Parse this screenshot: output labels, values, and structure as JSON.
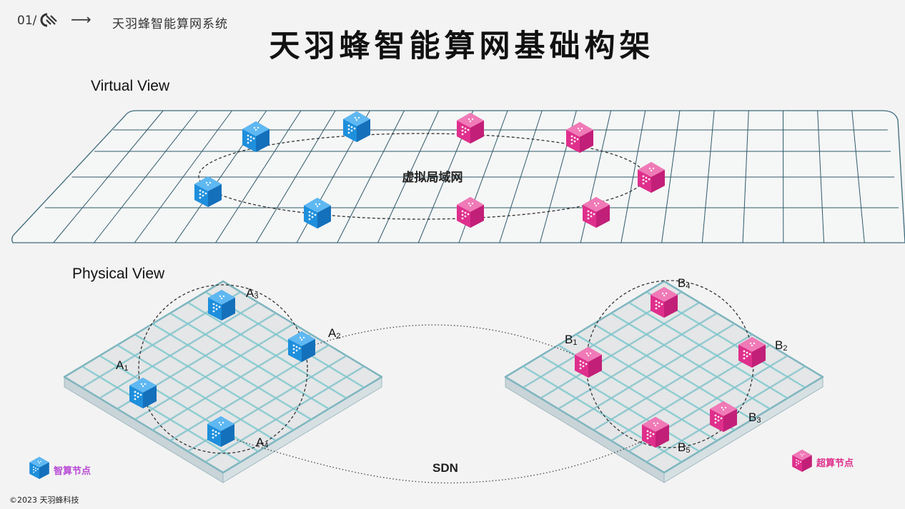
{
  "header": {
    "page_number": "01/",
    "arrow": "⟶",
    "system_name": "天羽蜂智能算网系统"
  },
  "title": "天羽蜂智能算网基础构架",
  "virtual_view": {
    "title": "Virtual View",
    "center_label": "虚拟局域网"
  },
  "physical_view": {
    "title": "Physical View",
    "link_label": "SDN",
    "cluster_a": [
      {
        "letter": "A",
        "index": "1"
      },
      {
        "letter": "A",
        "index": "2"
      },
      {
        "letter": "A",
        "index": "3"
      },
      {
        "letter": "A",
        "index": "4"
      }
    ],
    "cluster_b": [
      {
        "letter": "B",
        "index": "1"
      },
      {
        "letter": "B",
        "index": "2"
      },
      {
        "letter": "B",
        "index": "3"
      },
      {
        "letter": "B",
        "index": "4"
      },
      {
        "letter": "B",
        "index": "5"
      }
    ]
  },
  "legend": {
    "intelligent_node": "智算节点",
    "super_node": "超算节点"
  },
  "footer": {
    "copyright": "©2023 天羽蜂科技"
  },
  "colors": {
    "intelligent_node": "#1e8fdc",
    "super_node": "#df2f8c",
    "legend_intelligent_text": "#b84ad6",
    "legend_super_text": "#df2f8c",
    "grid_line": "#2f5a6b",
    "platform_line": "#7ec9cf"
  }
}
